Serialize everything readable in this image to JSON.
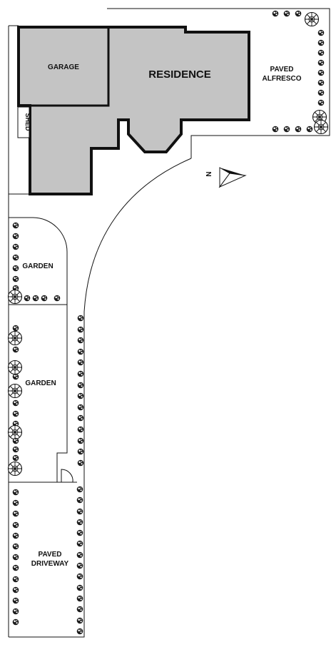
{
  "labels": {
    "garage": "GARAGE",
    "residence": "RESIDENCE",
    "shed": "SHED",
    "alfresco_line1": "PAVED",
    "alfresco_line2": "ALFRESCO",
    "garden_upper": "GARDEN",
    "garden_lower": "GARDEN",
    "driveway_line1": "PAVED",
    "driveway_line2": "DRIVEWAY",
    "north": "N"
  },
  "colors": {
    "building_fill": "#c4c4c4",
    "outline": "#111111",
    "background": "#ffffff"
  }
}
